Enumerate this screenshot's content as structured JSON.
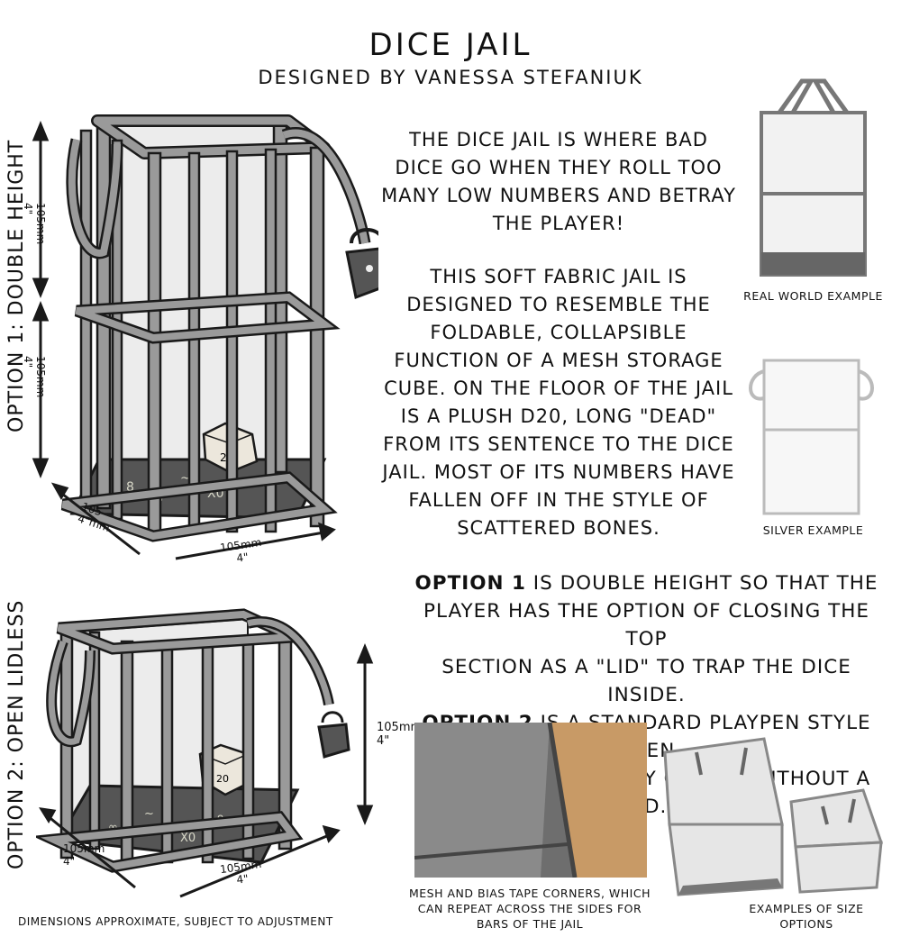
{
  "title": "DICE JAIL",
  "subtitle": "DESIGNED BY VANESSA STEFANIUK",
  "intro_lines": [
    "THE DICE JAIL IS WHERE BAD",
    "DICE GO WHEN THEY ROLL TOO",
    "MANY LOW NUMBERS AND BETRAY",
    "THE PLAYER!"
  ],
  "description_lines": [
    "THIS SOFT FABRIC JAIL IS",
    "DESIGNED TO RESEMBLE THE",
    "FOLDABLE, COLLAPSIBLE",
    "FUNCTION OF A MESH STORAGE",
    "CUBE. ON THE FLOOR OF THE JAIL",
    "IS A PLUSH D20, LONG \"DEAD\"",
    "FROM ITS SENTENCE TO THE DICE",
    "JAIL. MOST OF ITS NUMBERS HAVE",
    "FALLEN OFF IN THE STYLE OF",
    "SCATTERED BONES."
  ],
  "options": {
    "line1_bold": "OPTION 1",
    "line1_rest": " IS DOUBLE HEIGHT SO THAT THE",
    "line2": "PLAYER HAS THE OPTION OF CLOSING THE TOP",
    "line3": "SECTION AS A \"LID\" TO TRAP THE DICE INSIDE.",
    "line4_bold": "OPTION 2",
    "line4_rest": " IS A STANDARD PLAYPEN STYLE OPEN",
    "line5": "TOP AND COMPLETELY CUBED, WITHOUT A LID."
  },
  "option1_label": "OPTION 1: DOUBLE HEIGHT",
  "option2_label": "OPTION 2: OPEN LIDLESS",
  "dims": {
    "o1_vert_mm": "105mm",
    "o1_vert_in": "4\"",
    "o1_depth_mm": "105",
    "o1_depth_in": "4\"mm",
    "o1_width_mm": "105mm",
    "o1_width_in": "4\"",
    "o2_vert_mm": "105mm",
    "o2_vert_in": "4\"",
    "o2_depth_mm": "105mm",
    "o2_depth_in": "4\"",
    "o2_width_mm": "105mm",
    "o2_width_in": "4\""
  },
  "die_face": "20",
  "captions": {
    "real_world": "REAL WORLD EXAMPLE",
    "silver": "SILVER EXAMPLE",
    "mesh_1": "MESH AND BIAS TAPE CORNERS, WHICH",
    "mesh_2": "CAN REPEAT ACROSS THE SIDES FOR",
    "mesh_3": "BARS OF THE JAIL",
    "sizes_1": "EXAMPLES OF SIZE",
    "sizes_2": "OPTIONS"
  },
  "footer": "DIMENSIONS APPROXIMATE, SUBJECT TO ADJUSTMENT",
  "colors": {
    "bar_fill": "#9a9a9a",
    "outline": "#1a1a1a",
    "floor": "#555555",
    "mesh": "#d9d9d9",
    "lock": "#555555",
    "wood": "#c89a66"
  }
}
